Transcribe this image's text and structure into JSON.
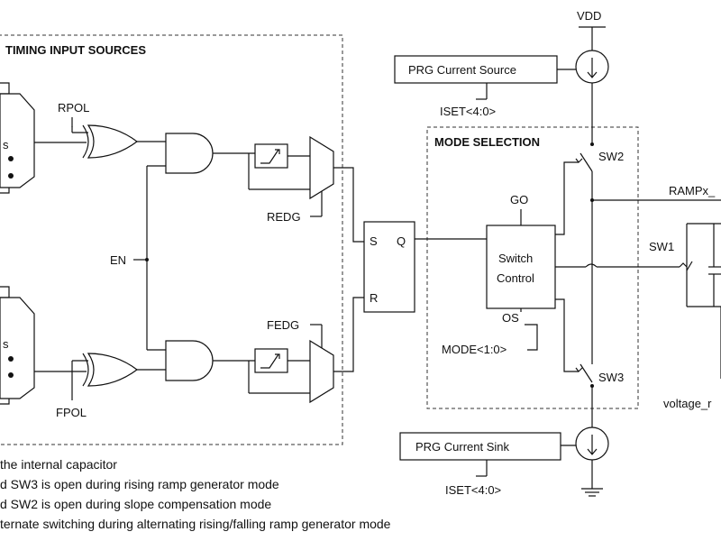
{
  "labels": {
    "timing_title": "TIMING INPUT SOURCES",
    "mode_title": "MODE SELECTION",
    "vdd": "VDD",
    "prg_source": "PRG Current Source",
    "prg_sink": "PRG Current Sink",
    "iset_top": "ISET<4:0>",
    "iset_bottom": "ISET<4:0>",
    "rpol": "RPOL",
    "fpol": "FPOL",
    "en": "EN",
    "redg": "REDG",
    "fedg": "FEDG",
    "s": "S",
    "q": "Q",
    "r": "R",
    "go": "GO",
    "os": "OS",
    "switch": "Switch",
    "control": "Control",
    "mode": "MODE<1:0>",
    "sw1": "SW1",
    "sw2": "SW2",
    "sw3": "SW3",
    "rampx": "RAMPx_",
    "voltage": "voltage_r",
    "mux_s_top": "s",
    "mux_s_bottom": "s"
  },
  "notes": [
    "the internal capacitor",
    "d SW3 is open during rising ramp generator mode",
    "d SW2 is open during slope compensation mode",
    "ternate switching during alternating rising/falling ramp generator mode"
  ]
}
